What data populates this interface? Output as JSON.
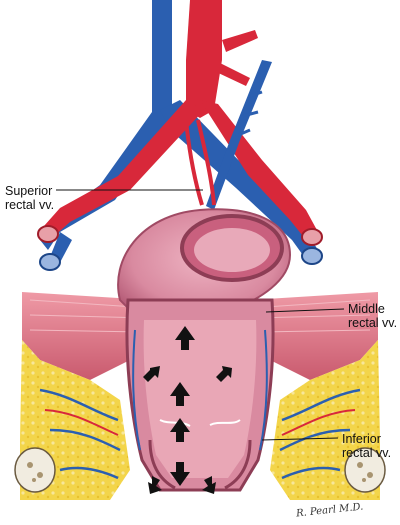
{
  "labels": {
    "superior_line1": "Superior",
    "superior_line2": "rectal vv.",
    "middle_line1": "Middle",
    "middle_line2": "rectal vv.",
    "inferior_line1": "Inferior",
    "inferior_line2": "rectal vv."
  },
  "signature": "R. Pearl M.D.",
  "colors": {
    "artery": "#d8283a",
    "vein": "#2b5fb0",
    "rectum": "#d98aa0",
    "mucosa": "#c9607e",
    "muscle": "#e07c8c",
    "fat": "#f3d54a",
    "bone": "#f1ece0",
    "arrow": "#111111"
  }
}
